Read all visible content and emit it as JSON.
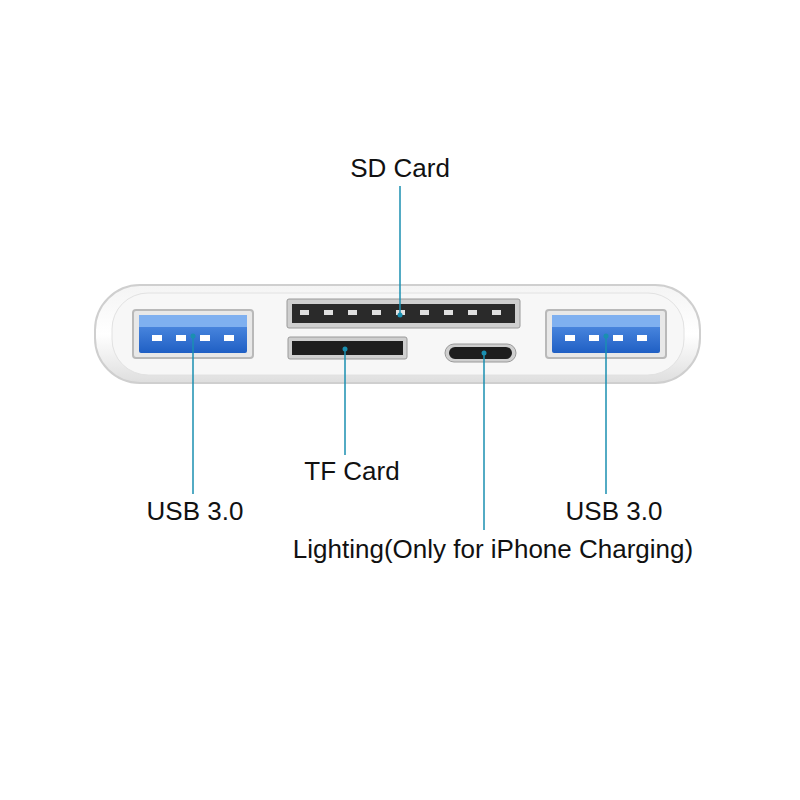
{
  "diagram": {
    "labels": [
      "SD Card",
      "TF Card",
      "USB 3.0",
      "USB 3.0",
      "Lighting(Only for iPhone Charging)"
    ]
  }
}
